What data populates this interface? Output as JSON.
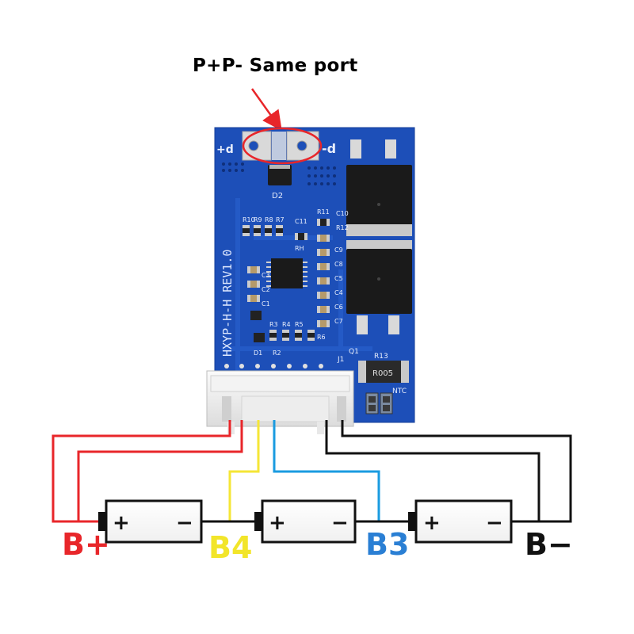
{
  "header": {
    "annotation": "P+P- Same port"
  },
  "board": {
    "revision": "HXYP-H-H REV1.0",
    "pad_plus": "+d",
    "pad_minus": "-d",
    "diode": "D2",
    "sense_resistor_ref": "R13",
    "sense_resistor_marking": "R005",
    "ntc": "NTC",
    "connector": "J1",
    "mosfet_ref": "Q1",
    "resistor_refs": [
      "R10",
      "R9",
      "R8",
      "R7",
      "RH",
      "R11",
      "R12",
      "C11",
      "C3",
      "C2",
      "C1",
      "C9",
      "C8",
      "C5",
      "C4",
      "C6",
      "C7",
      "R3",
      "R4",
      "R5",
      "R6",
      "R2",
      "D1",
      "C10"
    ],
    "pin_count": 7
  },
  "cells": [
    {
      "plus": "+",
      "minus": "−"
    },
    {
      "plus": "+",
      "minus": "−"
    },
    {
      "plus": "+",
      "minus": "−"
    }
  ],
  "labels": {
    "b_plus": "B+",
    "b4": "B4",
    "b3": "B3",
    "b_minus": "B−"
  },
  "colors": {
    "pcb": "#1d4fb8",
    "wire_red": "#e8262a",
    "wire_yellow": "#f5e636",
    "wire_blue": "#1a9be0",
    "wire_black": "#111111",
    "b_plus": "#e8262a",
    "b4": "#f2e52a",
    "b3": "#2a7fd4",
    "b_minus": "#111111"
  }
}
